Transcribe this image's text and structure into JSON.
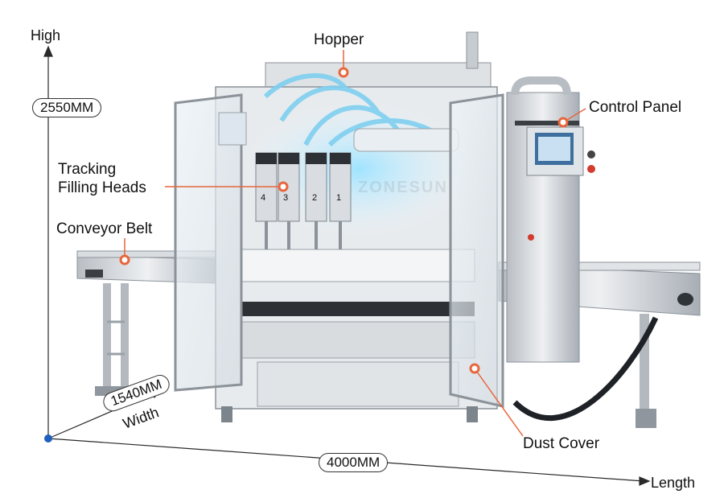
{
  "axes": {
    "high_label": "High",
    "length_label": "Length",
    "width_label": "Width",
    "height_value": "2550MM",
    "length_value": "4000MM",
    "width_value": "1540MM"
  },
  "callouts": {
    "hopper": "Hopper",
    "control_panel": "Control Panel",
    "tracking_line1": "Tracking",
    "tracking_line2": "Filling Heads",
    "conveyor_belt": "Conveyor Belt",
    "dust_cover": "Dust Cover"
  },
  "head_numbers": [
    "4",
    "3",
    "2",
    "1"
  ],
  "watermark": "ZONESUN",
  "colors": {
    "accent": "#e8663c",
    "axis": "#2a2a2a",
    "dot": "#1f5fbf",
    "steel": "#c9ced3",
    "blue_light": "#7fd0f0"
  }
}
